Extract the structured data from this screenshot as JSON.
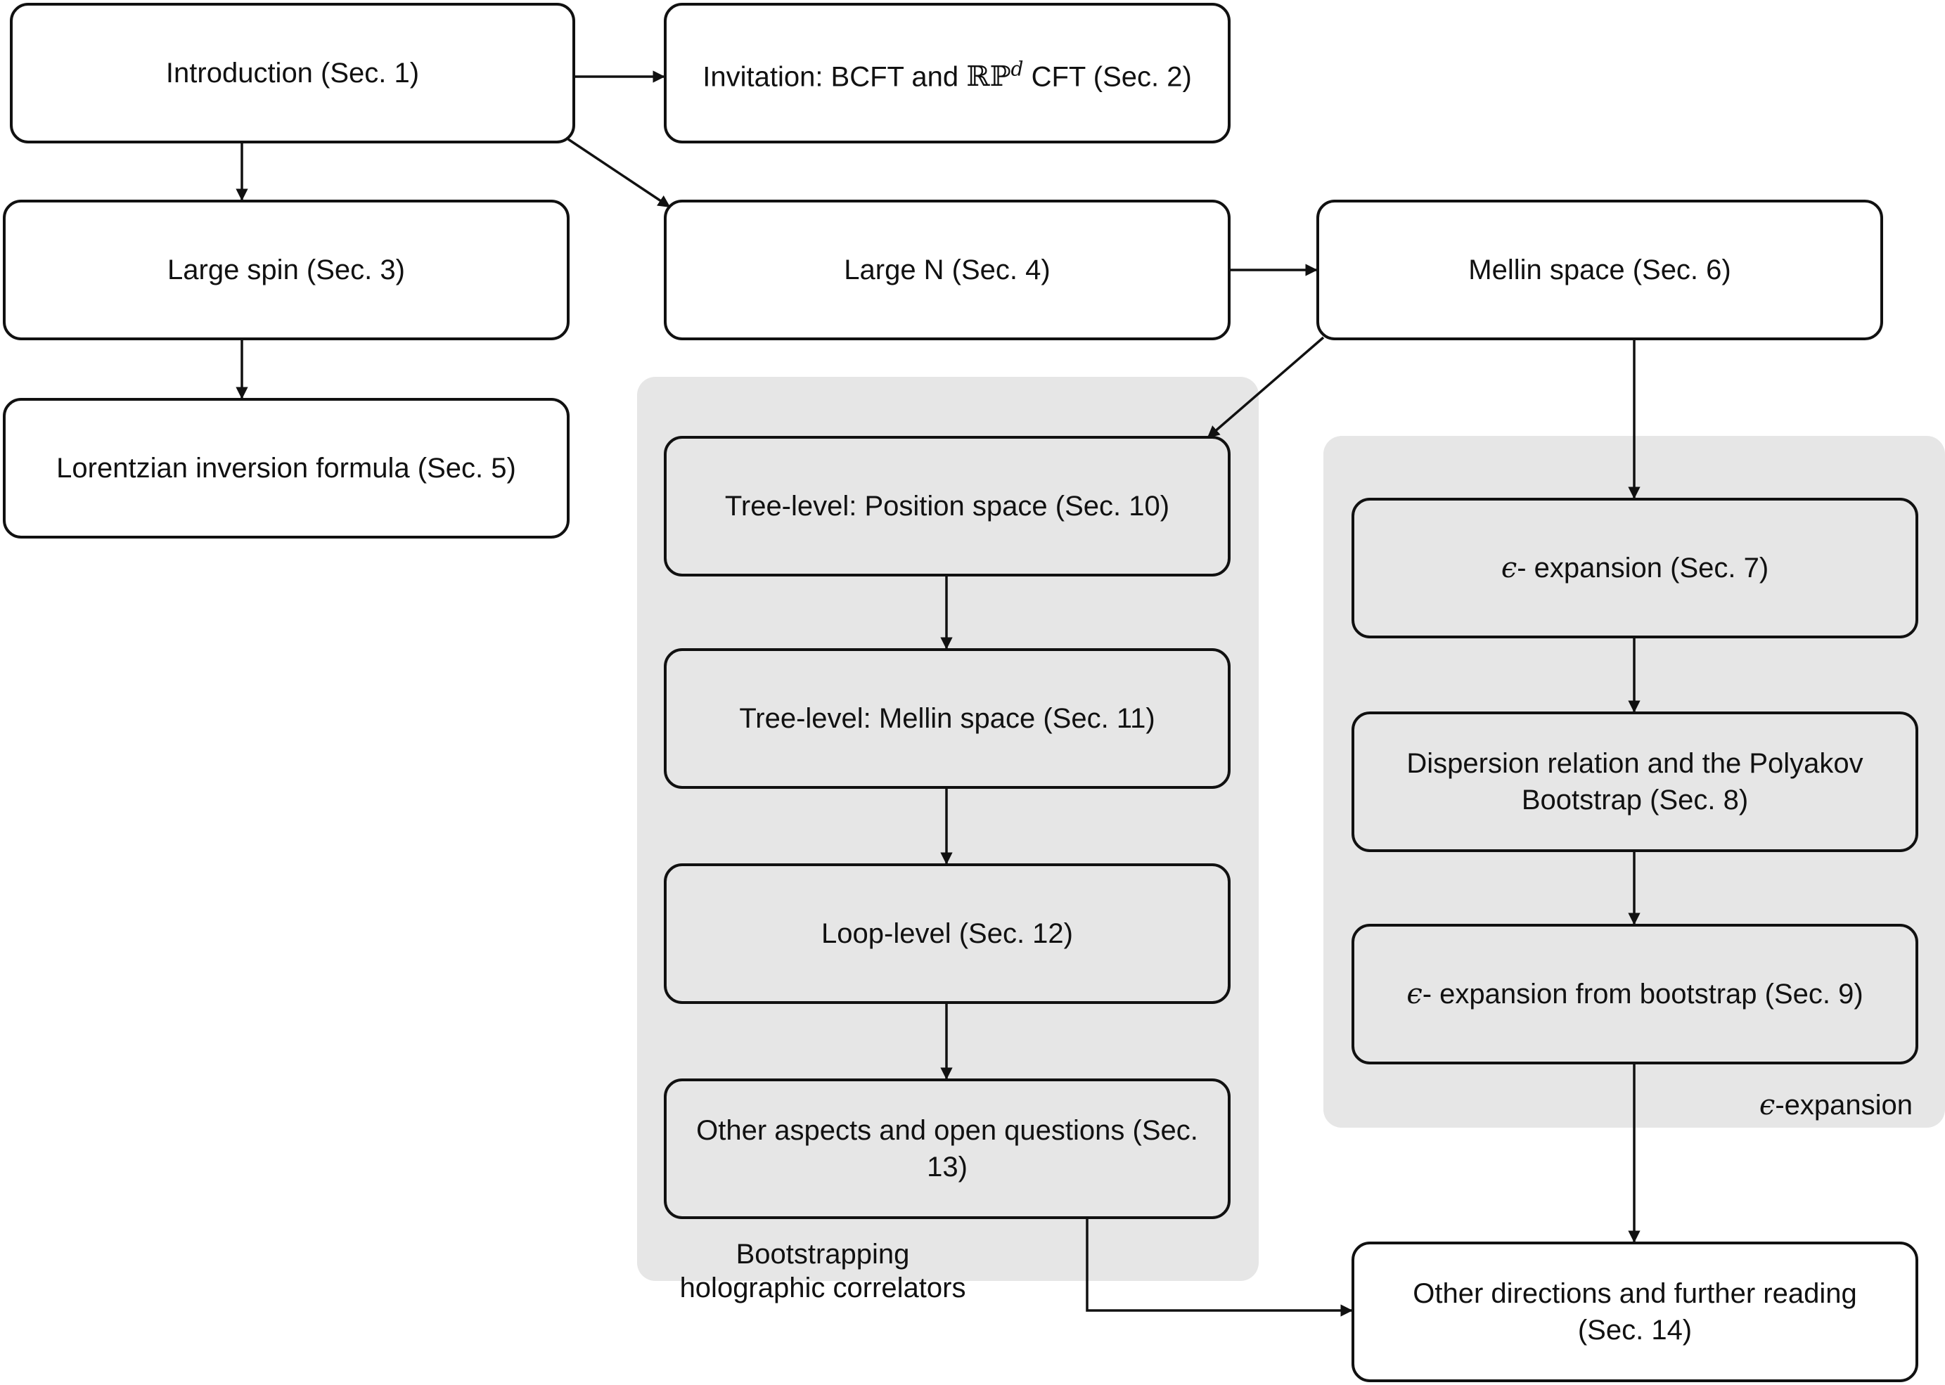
{
  "nodes": {
    "intro": "Introduction (Sec. 1)",
    "invitation_prefix": "Invitation: BCFT and ",
    "invitation_rp": "ℝℙ",
    "invitation_sup": "d",
    "invitation_suffix": " CFT (Sec. 2)",
    "large_spin": "Large spin (Sec. 3)",
    "large_n": "Large N (Sec. 4)",
    "mellin": "Mellin space (Sec. 6)",
    "lorentzian": "Lorentzian inversion formula (Sec. 5)",
    "tree_position": "Tree-level: Position space (Sec. 10)",
    "tree_mellin": "Tree-level: Mellin space (Sec. 11)",
    "loop_level": "Loop-level (Sec. 12)",
    "other_aspects": "Other aspects and open questions (Sec. 13)",
    "eps_symbol": "ϵ",
    "eps_expansion": "- expansion (Sec. 7)",
    "dispersion": "Dispersion relation and the Polyakov Bootstrap (Sec. 8)",
    "eps_bootstrap": "- expansion from bootstrap (Sec. 9)",
    "other_directions": "Other directions and further reading (Sec. 14)"
  },
  "groups": {
    "bootstrap_label": "Bootstrapping holographic correlators",
    "eps_symbol": "ϵ",
    "eps_label": "-expansion"
  },
  "colors": {
    "group_fill": "#e6e6e6",
    "node_border": "#111111",
    "edge": "#111111"
  }
}
